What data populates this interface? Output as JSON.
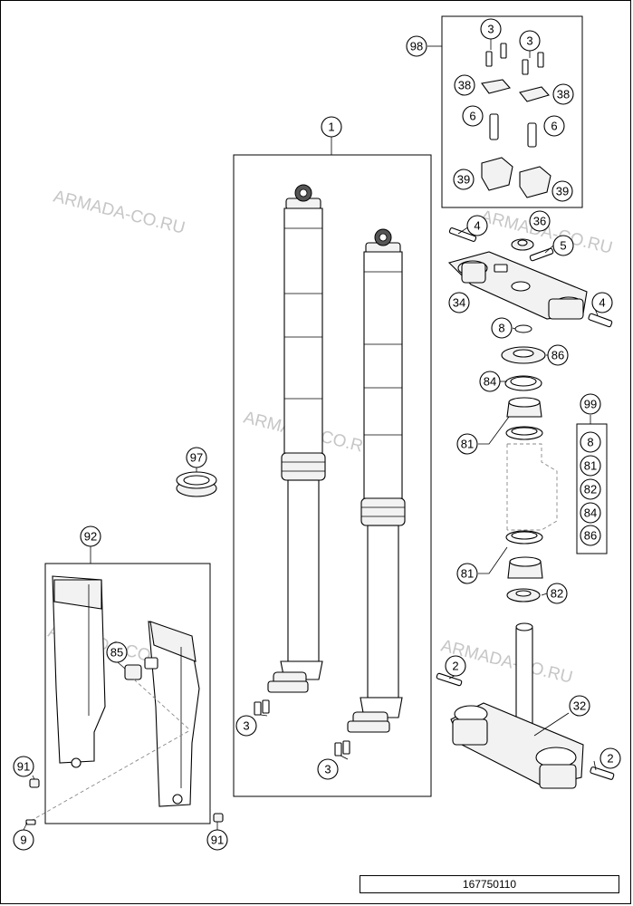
{
  "watermark": "ARMADA-CO.RU",
  "document_number": "167750110",
  "callouts": {
    "c1": "1",
    "c98": "98",
    "c3a": "3",
    "c3b": "3",
    "c38a": "38",
    "c38b": "38",
    "c6a": "6",
    "c6b": "6",
    "c39a": "39",
    "c39b": "39",
    "c4a": "4",
    "c36": "36",
    "c5": "5",
    "c34": "34",
    "c4b": "4",
    "c8": "8",
    "c86": "86",
    "c84": "84",
    "c81a": "81",
    "c81b": "81",
    "c82": "82",
    "c99": "99",
    "k8": "8",
    "k81": "81",
    "k82": "82",
    "k84": "84",
    "k86": "86",
    "c97": "97",
    "c92": "92",
    "c85": "85",
    "c91a": "91",
    "c91b": "91",
    "c9": "9",
    "c3c": "3",
    "c3d": "3",
    "c2a": "2",
    "c32": "32",
    "c2b": "2"
  }
}
